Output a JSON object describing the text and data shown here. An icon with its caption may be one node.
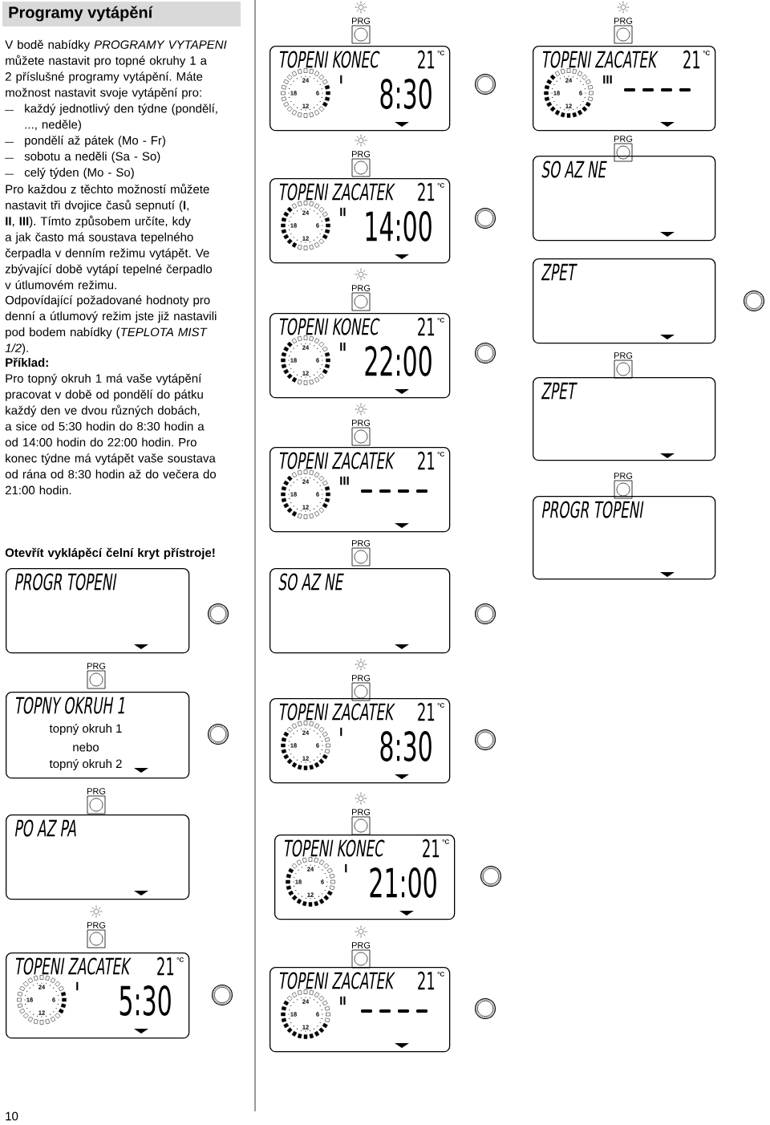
{
  "diagram": {
    "title": "Programy vytápění",
    "nodes": [
      {
        "text": [
          "PROGR TOPENI"
        ]
      },
      {
        "text": [
          "TOPNY OKRUH 1",
          "topný okruh 1",
          "nebo",
          "topný okruh 2"
        ]
      },
      {
        "text": [
          "PO AZ PA"
        ]
      },
      {
        "text": [
          "TOPENI ZACATEK",
          "21",
          "°C",
          "24",
          "18",
          "6",
          "12",
          "I",
          "5:30"
        ]
      },
      {
        "text": [
          "TOPENI KONEC",
          "21",
          "°C",
          "24",
          "18",
          "6",
          "12",
          "I",
          "8:30"
        ]
      },
      {
        "text": [
          "TOPENI ZACATEK",
          "21",
          "°C",
          "24",
          "18",
          "6",
          "12",
          "II",
          "14:00"
        ]
      },
      {
        "text": [
          "TOPENI KONEC",
          "21",
          "°C",
          "24",
          "18",
          "6",
          "12",
          "II",
          "22:00"
        ]
      },
      {
        "text": [
          "TOPENI ZACATEK",
          "21",
          "°C",
          "24",
          "18",
          "6",
          "12",
          "III"
        ]
      },
      {
        "text": [
          "SO AZ NE"
        ]
      },
      {
        "text": [
          "TOPENI ZACATEK",
          "21",
          "°C",
          "24",
          "18",
          "6",
          "12",
          "I",
          "8:30"
        ]
      },
      {
        "text": [
          "TOPENI KONEC",
          "21",
          "°C",
          "24",
          "18",
          "6",
          "12",
          "I",
          "21:00"
        ]
      },
      {
        "text": [
          "TOPENI ZACATEK",
          "21",
          "°C",
          "24",
          "18",
          "6",
          "12",
          "II"
        ]
      },
      {
        "text": [
          "TOPENI ZACATEK",
          "21",
          "°C",
          "24",
          "18",
          "6",
          "12",
          "III"
        ]
      },
      {
        "text": [
          "SO AZ NE"
        ]
      },
      {
        "text": [
          "ZPET"
        ]
      },
      {
        "text": [
          "ZPET"
        ]
      },
      {
        "text": [
          "PROGR TOPENI"
        ]
      }
    ],
    "labels": [
      "V bodě nabídky *PROGRAMY VYTAPENI* můžete nastavit pro topné okruhy 1 a 2 příslušné programy vytápění. Máte možnost nastavit svoje vytápění pro:",
      "každý jednotlivý den týdne (pondělí, ..., neděle)",
      "pondělí až pátek (Mo - Fr)",
      "sobotu a neděli (Sa - So)",
      "celý týden (Mo - So)",
      "Pro každou z těchto možností můžete nastavit tři dvojice časů sepnutí (**I**, **II**, **III**). Tímto způsobem určíte, kdy a jak často má soustava tepelného čerpadla v denním režimu vytápět. Ve zbývající době vytápí tepelné čerpadlo v útlumovém režimu.",
      "Odpovídající požadované hodnoty pro denní a útlumový režim jste již nastavili pod bodem nabídky (*TEPLOTA MIST 1/2*).",
      "Příklad:",
      "Pro topný okruh 1 má vaše vytápění pracovat v době od pondělí do pátku každý den ve dvou různých dobách, a sice od 5:30 hodin do 8:30 hodin a od 14:00 hodin do 22:00 hodin. Pro konec týdne má vytápět vaše soustava od rána od 8:30 hodin až do večera do 21:00 hodin.",
      "Otevřít vyklápěcí čelní kryt přístroje!",
      "PRG",
      "PRG",
      "PRG",
      "PRG",
      "PRG",
      "PRG",
      "PRG",
      "PRG",
      "PRG",
      "PRG",
      "PRG",
      "PRG",
      "PRG",
      "PRG",
      "PRG",
      "10"
    ]
  }
}
